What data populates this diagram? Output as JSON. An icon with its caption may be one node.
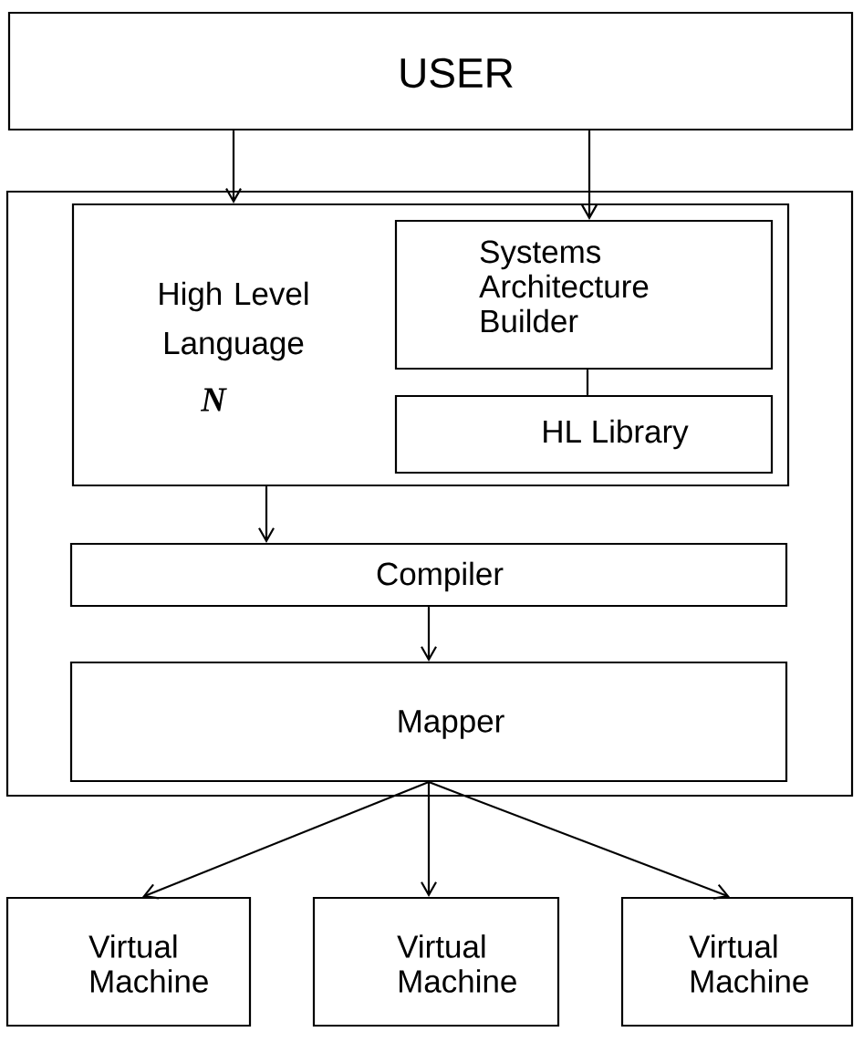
{
  "diagram": {
    "nodes": [
      {
        "text": [
          "USER"
        ]
      },
      {
        "text": [],
        "shape": "box"
      },
      {
        "text": [
          "High Level Language",
          "N"
        ],
        "in": 1
      },
      {
        "text": [
          "Systems Architecture Builder"
        ],
        "in": 2
      },
      {
        "text": [
          "HL Library"
        ],
        "in": 2
      },
      {
        "text": [
          "Compiler"
        ],
        "in": 1
      },
      {
        "text": [
          "Mapper"
        ],
        "in": 1
      },
      {
        "text": [
          "Virtual Machine"
        ]
      },
      {
        "text": [
          "Virtual Machine"
        ]
      },
      {
        "text": [
          "Virtual Machine"
        ]
      }
    ],
    "edges": [
      {
        "from": 0,
        "to": 2,
        "arrow": "to"
      },
      {
        "from": 0,
        "to": 3,
        "arrow": "to"
      },
      {
        "from": 3,
        "to": 4,
        "arrow": "none"
      },
      {
        "from": 2,
        "to": 5,
        "arrow": "to"
      },
      {
        "from": 5,
        "to": 6,
        "arrow": "to"
      },
      {
        "from": 6,
        "to": 7,
        "arrow": "to"
      },
      {
        "from": 6,
        "to": 8,
        "arrow": "to"
      },
      {
        "from": 6,
        "to": 9,
        "arrow": "to"
      }
    ]
  }
}
